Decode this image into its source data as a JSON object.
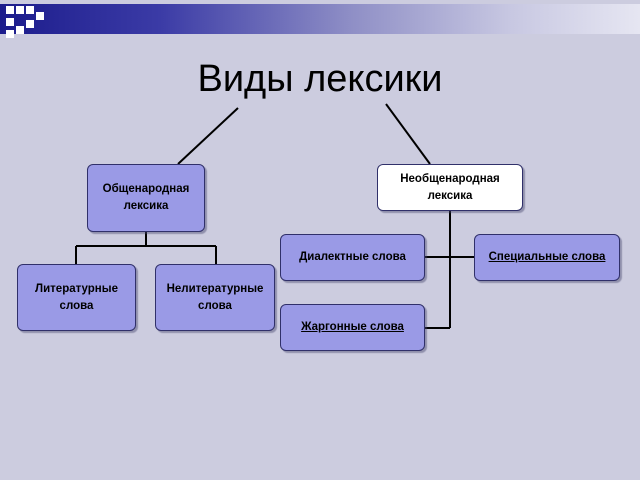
{
  "colors": {
    "background": "#ccccdf",
    "box_fill": "#9a9ae6",
    "box_fill_alt": "#ffffff",
    "box_border": "#30306a",
    "line": "#000000"
  },
  "title": "Виды лексики",
  "nodes": {
    "common": "Общенародная лексика",
    "noncommon": "Необщенародная лексика",
    "literary": "Литературные слова",
    "nonliterary": "Нелитературные слова",
    "dialect": "Диалектные слова",
    "special": "Специальные слова",
    "jargon": "Жаргонные слова"
  }
}
